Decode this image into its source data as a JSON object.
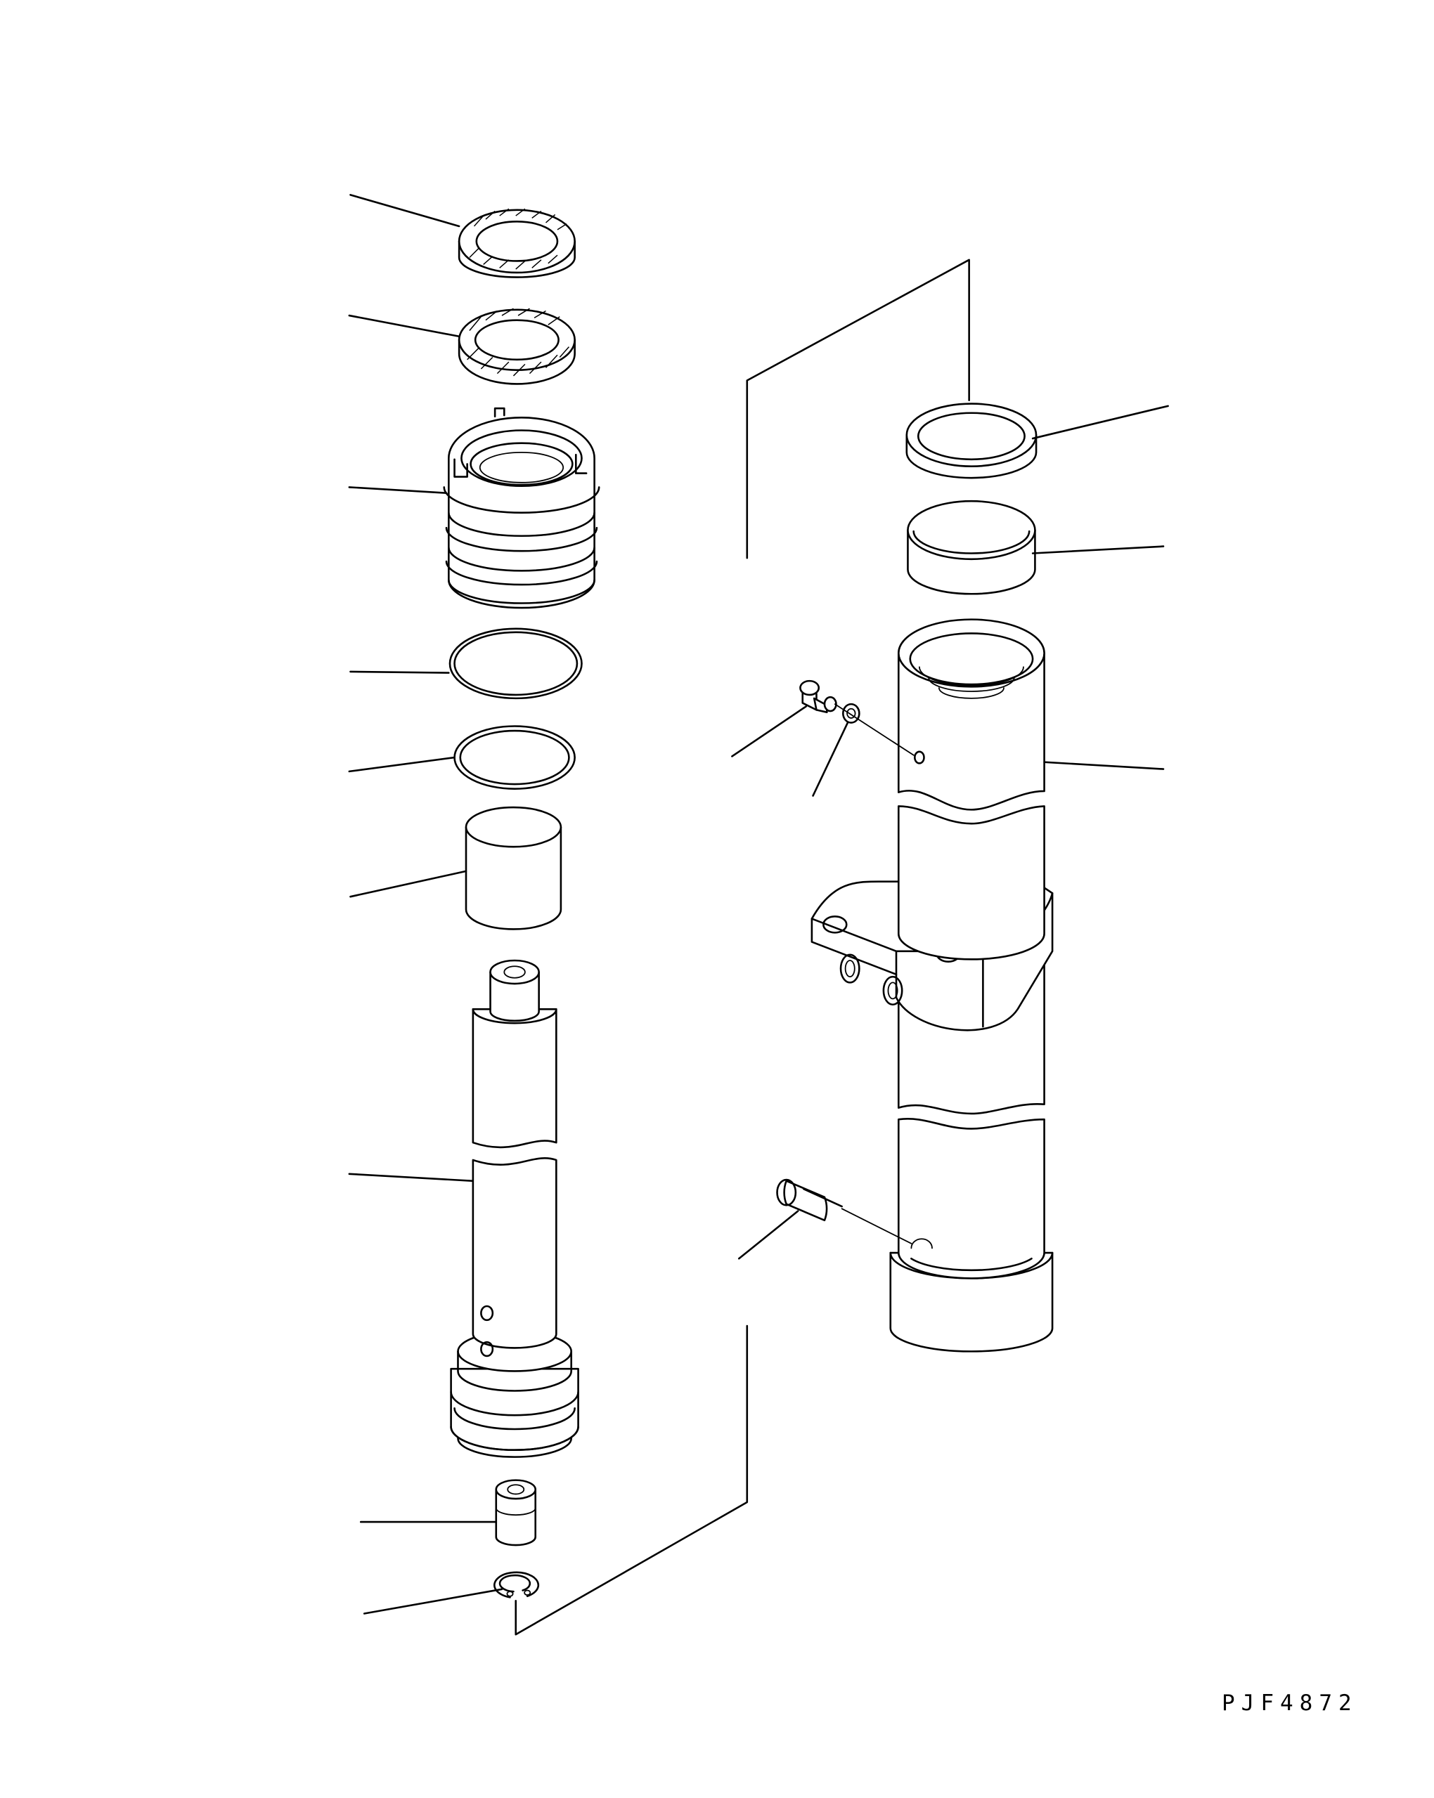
{
  "drawing_code": "PJF4872",
  "colors": {
    "line": "#000000",
    "background": "#ffffff"
  },
  "parts": [
    "dust-seal",
    "rod-packing",
    "cylinder-head",
    "o-ring-large",
    "backup-ring",
    "bushing",
    "piston-rod",
    "collar",
    "snap-ring",
    "top-ring",
    "inner-bushing",
    "cylinder-tube",
    "plug-bolt",
    "washer",
    "pin"
  ]
}
